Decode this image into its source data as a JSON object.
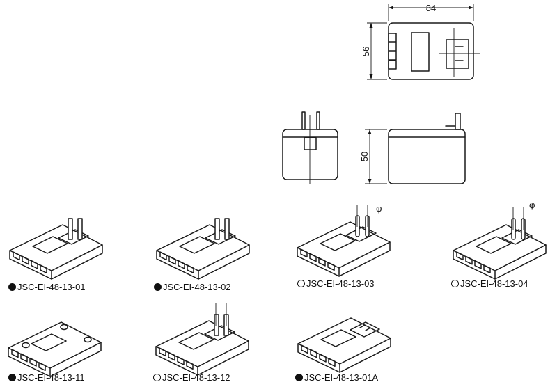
{
  "dimensions": {
    "width": "84",
    "depth": "56",
    "height": "50"
  },
  "phi_symbol": "φ",
  "models": [
    {
      "code": "JSC-EI-48-13-01",
      "marker": "filled",
      "plug": "flat"
    },
    {
      "code": "JSC-EI-48-13-02",
      "marker": "filled",
      "plug": "flat"
    },
    {
      "code": "JSC-EI-48-13-03",
      "marker": "open",
      "plug": "round"
    },
    {
      "code": "JSC-EI-48-13-04",
      "marker": "open",
      "plug": "round"
    },
    {
      "code": "JSC-EI-48-13-11",
      "marker": "filled",
      "plug": "none"
    },
    {
      "code": "JSC-EI-48-13-12",
      "marker": "open",
      "plug": "flat"
    },
    {
      "code": "JSC-EI-48-13-01A",
      "marker": "filled",
      "plug": "socket"
    }
  ]
}
